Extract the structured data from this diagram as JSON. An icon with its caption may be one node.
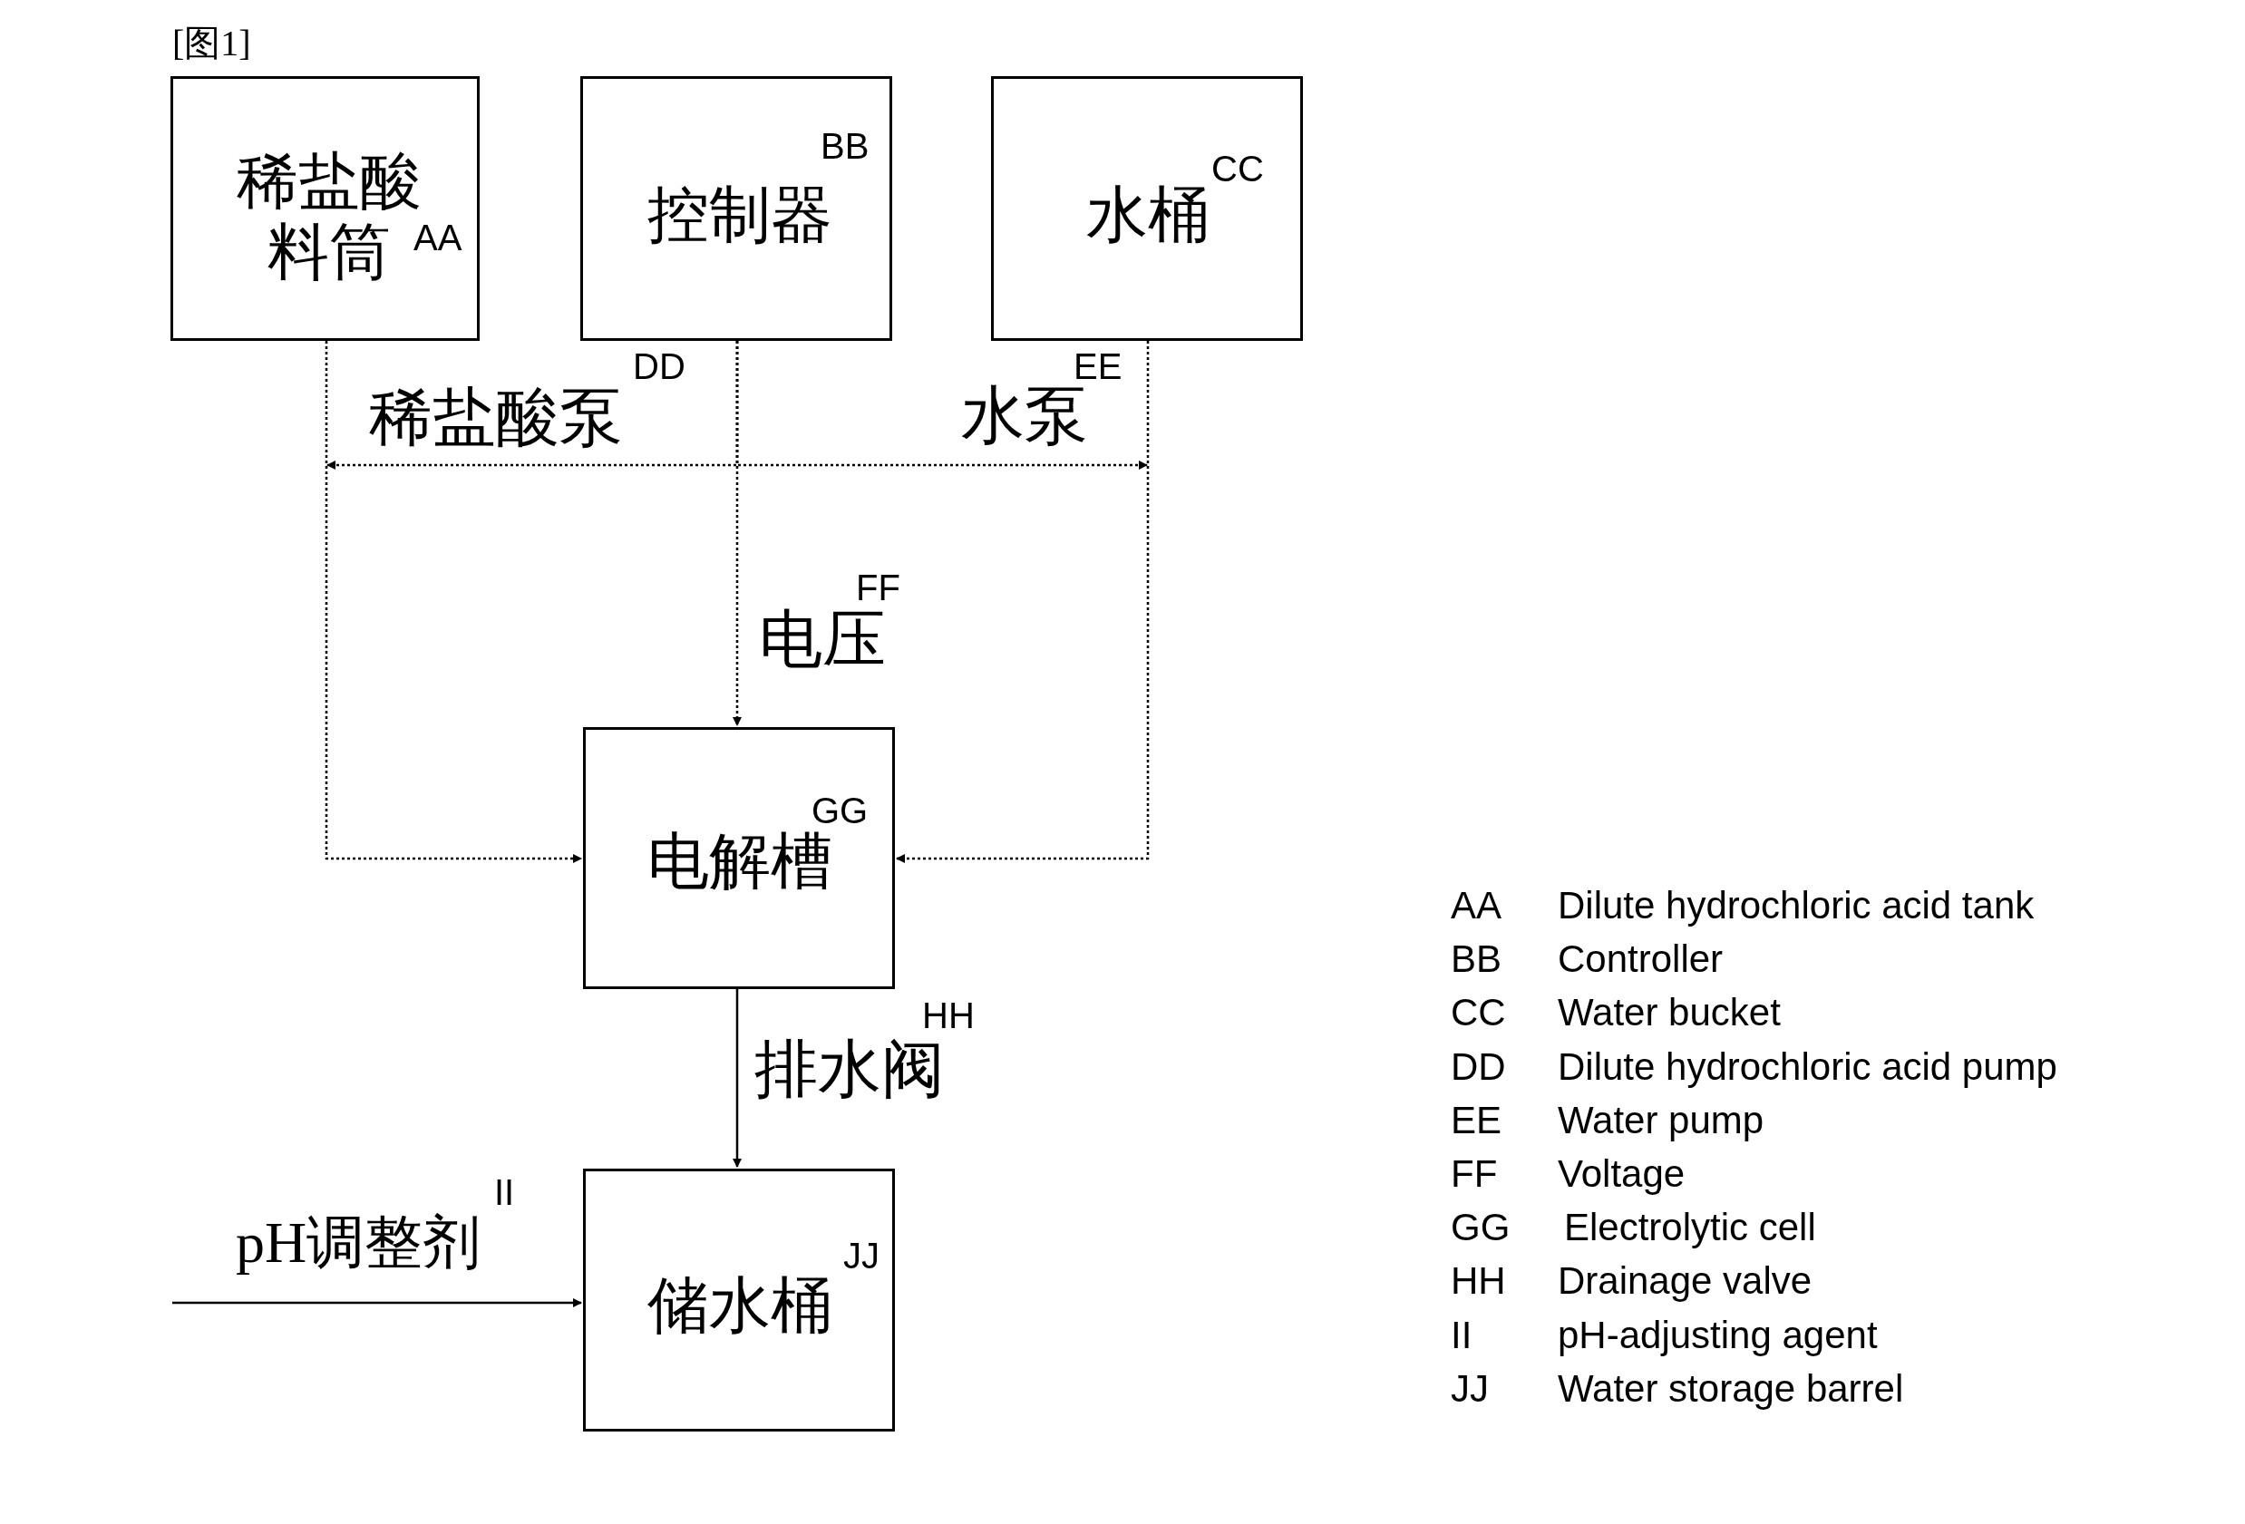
{
  "diagram": {
    "nodes": [
      {
        "text": [
          "稀盐酸料筒",
          "AA"
        ]
      },
      {
        "text": [
          "BB",
          "控制器"
        ]
      },
      {
        "text": [
          "CC",
          "水桶"
        ]
      },
      {
        "text": [
          "GG",
          "电解槽"
        ]
      },
      {
        "text": [
          "JJ",
          "储水桶"
        ]
      }
    ],
    "edges": [
      {
        "from": 0,
        "to": 3,
        "arrow": "to",
        "style": "dashed"
      },
      {
        "from": 1,
        "to": 3,
        "arrow": "to",
        "style": "dashed"
      },
      {
        "from": 2,
        "to": 3,
        "arrow": "to",
        "style": "dashed"
      },
      {
        "from": 1,
        "to": null,
        "arrow": "to",
        "style": "dashed"
      },
      {
        "from": 1,
        "to": null,
        "arrow": "to",
        "style": "dashed"
      },
      {
        "from": 3,
        "to": 4,
        "arrow": "to"
      },
      {
        "from": null,
        "to": 4,
        "arrow": "to"
      }
    ],
    "labels": [
      "[图1]",
      "DD",
      "稀盐酸泵",
      "EE",
      "水泵",
      "FF",
      "电压",
      "HH",
      "排水阀",
      "II",
      "pH调整剂",
      "AA",
      "Dilute hydrochloric acid tank",
      "BB",
      "Controller",
      "CC",
      "Water bucket",
      "DD",
      "Dilute hydrochloric acid pump",
      "EE",
      "Water pump",
      "FF",
      "Voltage",
      "GG",
      "Electrolytic cell",
      "HH",
      "Drainage valve",
      "II",
      "pH-adjusting agent",
      "JJ",
      "Water storage barrel"
    ]
  }
}
